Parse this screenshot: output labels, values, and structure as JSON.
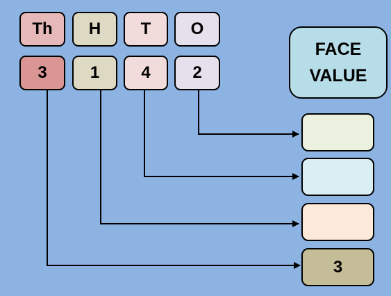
{
  "places": [
    {
      "label": "Th",
      "digit": "3",
      "color": "#e6b9b8",
      "digit_color": "#d99694"
    },
    {
      "label": "H",
      "digit": "1",
      "color": "#ddd9c3",
      "digit_color": "#ddd9c3"
    },
    {
      "label": "T",
      "digit": "4",
      "color": "#f2dcdb",
      "digit_color": "#f2dcdb"
    },
    {
      "label": "O",
      "digit": "2",
      "color": "#e5e0ec",
      "digit_color": "#e5e0ec"
    }
  ],
  "face_value_label_line1": "FACE",
  "face_value_label_line2": "VALUE",
  "answers": [
    {
      "value": "",
      "color": "#ebf1de"
    },
    {
      "value": "",
      "color": "#dbeef3"
    },
    {
      "value": "",
      "color": "#fde9d9"
    },
    {
      "value": "3",
      "color": "#c4bd97"
    }
  ]
}
